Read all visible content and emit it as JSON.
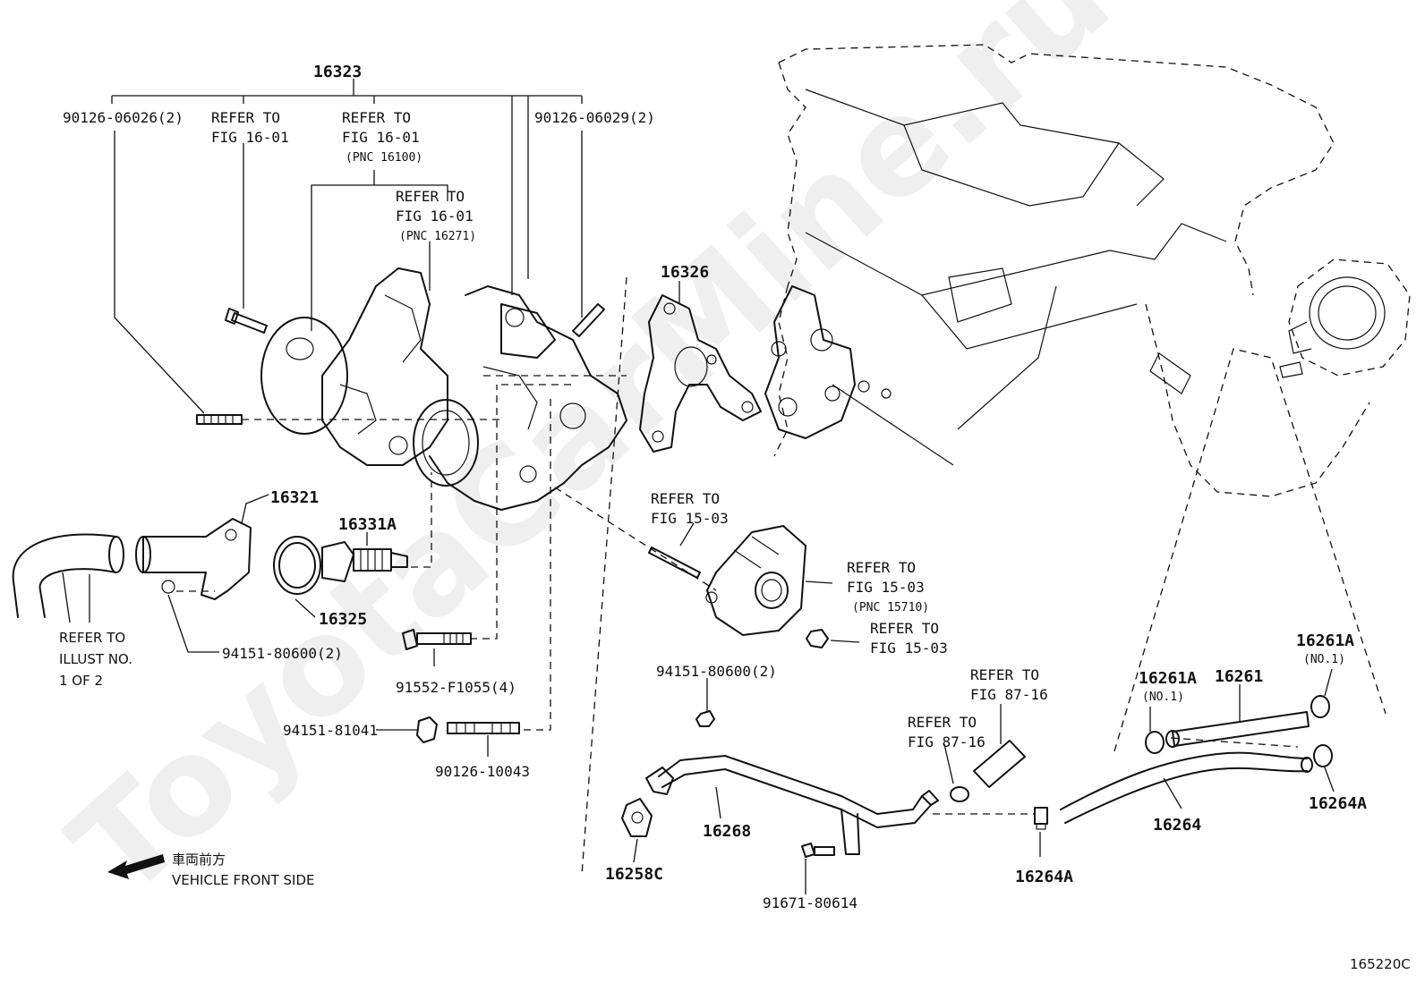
{
  "watermark": "ToyotaCarMine.ru",
  "figure_code": "165220C",
  "front_marker": {
    "kanji": "車両前方",
    "text": "VEHICLE FRONT SIDE"
  },
  "labels": {
    "p16323": "16323",
    "p90126_06026": "90126-06026(2)",
    "ref_a_l1": "REFER TO",
    "ref_a_l2": "FIG 16-01",
    "ref_b_l1": "REFER TO",
    "ref_b_l2": "FIG 16-01",
    "ref_b_l3": "(PNC 16100)",
    "ref_c_l1": "REFER TO",
    "ref_c_l2": "FIG 16-01",
    "ref_c_l3": "(PNC 16271)",
    "p90126_06029": "90126-06029(2)",
    "p16326": "16326",
    "p16321": "16321",
    "p16331A": "16331A",
    "p16325": "16325",
    "ref_illust_l1": "REFER TO",
    "ref_illust_l2": "ILLUST NO.",
    "ref_illust_l3": "1 OF 2",
    "p94151_80600_a": "94151-80600(2)",
    "p91552": "91552-F1055(4)",
    "p94151_81041": "94151-81041",
    "p90126_10043": "90126-10043",
    "ref_d_l1": "REFER TO",
    "ref_d_l2": "FIG 15-03",
    "ref_e_l1": "REFER TO",
    "ref_e_l2": "FIG 15-03",
    "ref_e_l3": "(PNC 15710)",
    "ref_f_l1": "REFER TO",
    "ref_f_l2": "FIG 15-03",
    "p94151_80600_b": "94151-80600(2)",
    "p16268": "16268",
    "p16258C": "16258C",
    "p91671": "91671-80614",
    "ref_g_l1": "REFER TO",
    "ref_g_l2": "FIG 87-16",
    "ref_h_l1": "REFER TO",
    "ref_h_l2": "FIG 87-16",
    "p16264A_a": "16264A",
    "p16264": "16264",
    "p16261A_a": "16261A",
    "p16261A_a_sub": "(NO.1)",
    "p16261": "16261",
    "p16261A_b": "16261A",
    "p16261A_b_sub": "(NO.1)",
    "p16264A_b": "16264A"
  }
}
